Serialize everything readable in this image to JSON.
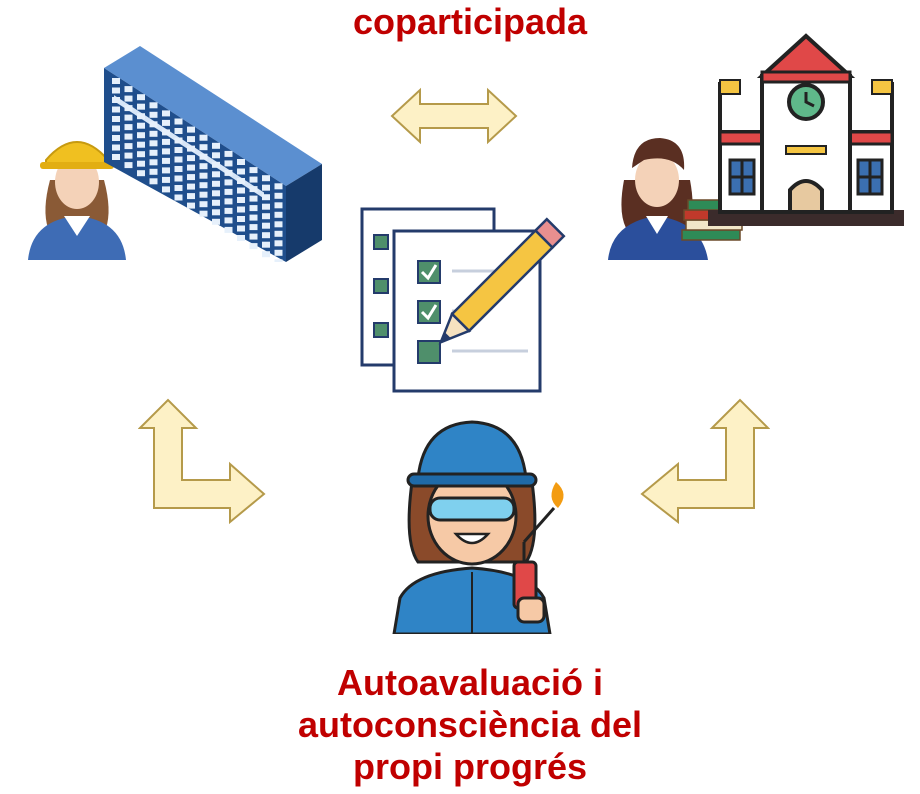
{
  "labels": {
    "top": "coparticipada",
    "bottom_lines": [
      "Autoavaluació i",
      "autoconsciència del",
      "propi progrés"
    ]
  },
  "colors": {
    "label_red": "#c00000",
    "arrow_fill": "#fdf1c6",
    "arrow_stroke": "#b59a4a",
    "building_blue": "#1f4e8c",
    "clipboard_green": "#4f8f6b",
    "pencil_yellow": "#f5c542",
    "helmet_blue": "#2f84c6"
  }
}
